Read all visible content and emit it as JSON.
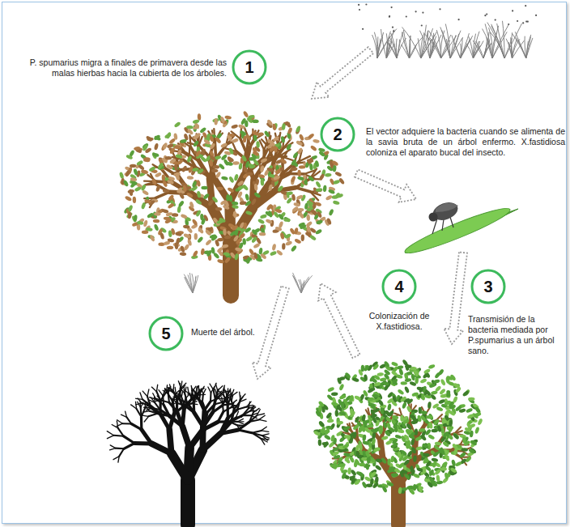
{
  "diagram": {
    "nodes": [
      {
        "text": [
          "1"
        ]
      },
      {
        "text": [
          "2"
        ]
      },
      {
        "text": [
          "3"
        ]
      },
      {
        "text": [
          "4"
        ]
      },
      {
        "text": [
          "5"
        ]
      }
    ],
    "labels": [
      "P. spumarius migra a finales de primavera desde las malas hierbas hacia la cubierta de los árboles.",
      "El vector adquiere la bacteria cuando se alimenta de la savia bruta de un árbol enfermo. X.fastidiosa coloniza el aparato bucal del insecto.",
      "Transmisión de la bacteria mediada por P.spumarius a un árbol sano.",
      "Colonización de X.fastidiosa.",
      "Muerte del árbol."
    ]
  }
}
